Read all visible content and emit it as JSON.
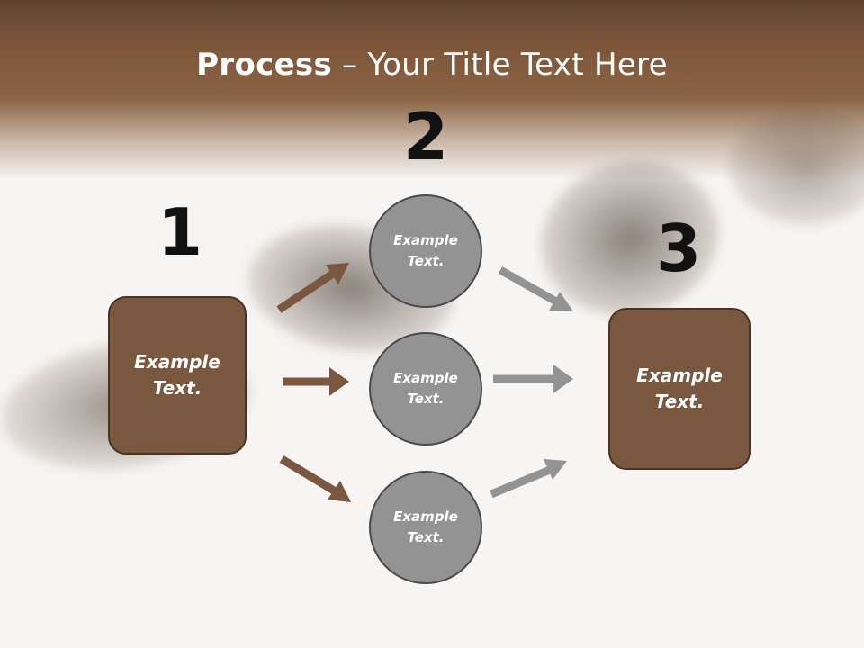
{
  "slide": {
    "title_bold": "Process",
    "title_rest": " – Your Title Text Here"
  },
  "steps": {
    "one": "1",
    "two": "2",
    "three": "3"
  },
  "nodes": {
    "left_box": "Example Text.",
    "circle_top": "Example Text.",
    "circle_middle": "Example Text.",
    "circle_bottom": "Example Text.",
    "right_box": "Example Text."
  },
  "colors": {
    "box_fill": "#7a583f",
    "circle_fill": "#939393",
    "arrow_brown": "#7a583f",
    "arrow_gray": "#939393"
  }
}
